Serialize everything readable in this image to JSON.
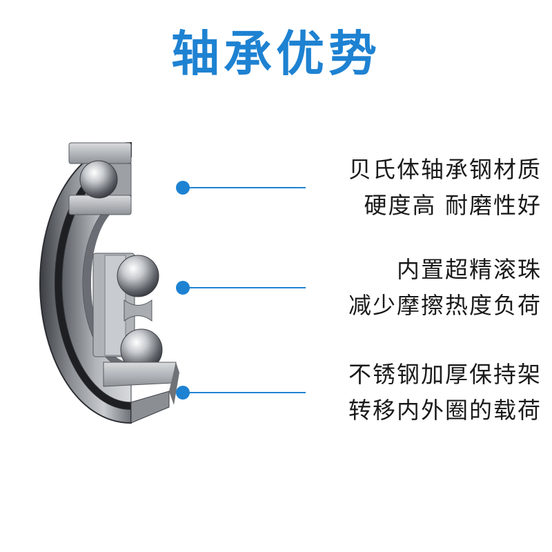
{
  "title": "轴承优势",
  "accent_color": "#1e82d2",
  "features": [
    {
      "line1": "贝氏体轴承钢材质",
      "line2": "硬度高 耐磨性好"
    },
    {
      "line1": "内置超精滚珠",
      "line2": "减少摩擦热度负荷"
    },
    {
      "line1": "不锈钢加厚保持架",
      "line2": "转移内外圈的载荷"
    }
  ],
  "image": {
    "subject": "bearing-cutaway"
  }
}
